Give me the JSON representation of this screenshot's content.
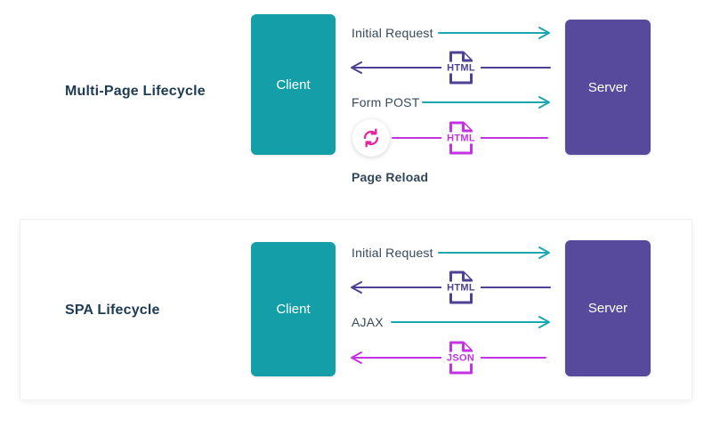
{
  "colors": {
    "client_teal": "#149fa8",
    "server_purple": "#57499c",
    "arrow_teal": "#1aa7b0",
    "arrow_purple": "#4e4094",
    "arrow_magenta": "#c433e3",
    "reload_pink": "#e6219e",
    "title_text": "#1e3b54",
    "label_text": "#36495c"
  },
  "sections": {
    "mpa": {
      "title": "Multi-Page Lifecycle",
      "client_label": "Client",
      "server_label": "Server",
      "flow1_label": "Initial Request",
      "flow2_doc": "HTML",
      "flow3_label": "Form POST",
      "flow4_doc": "HTML",
      "flow4_caption": "Page Reload"
    },
    "spa": {
      "title": "SPA Lifecycle",
      "client_label": "Client",
      "server_label": "Server",
      "flow1_label": "Initial Request",
      "flow2_doc": "HTML",
      "flow3_label": "AJAX",
      "flow4_doc": "JSON"
    }
  }
}
